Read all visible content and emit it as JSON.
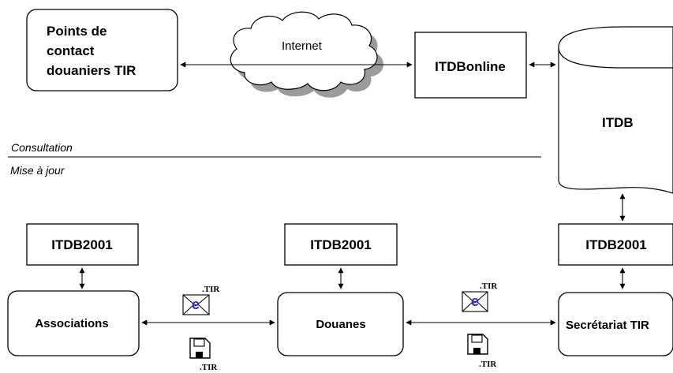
{
  "nodes": {
    "points_contact": [
      "Points de",
      "contact",
      "douaniers TIR"
    ],
    "internet": "Internet",
    "itdbonline": "ITDBonline",
    "itdb": "ITDB",
    "itdb2001_left": "ITDB2001",
    "itdb2001_mid": "ITDB2001",
    "itdb2001_right": "ITDB2001",
    "associations": "Associations",
    "douanes": "Douanes",
    "secretariat": "Secrétariat TIR"
  },
  "labels": {
    "consultation": "Consultation",
    "mise_a_jour": "Mise à jour"
  },
  "attachments": {
    "email_letter": "e",
    "file_ext": ".TIR"
  }
}
